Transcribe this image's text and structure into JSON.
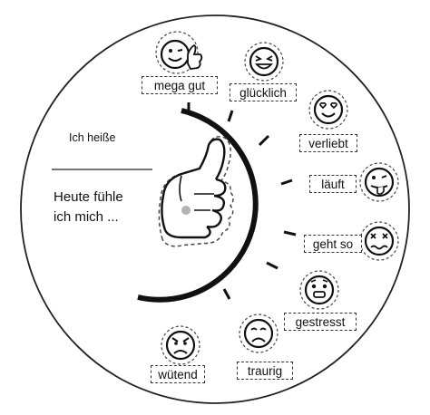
{
  "page": {
    "name_prompt": "Ich heiße",
    "feeling_prompt_line1": "Heute fühle",
    "feeling_prompt_line2": "ich mich ..."
  },
  "moods": [
    {
      "label": "mega gut",
      "icon": "thumbs-up-wink-face-icon"
    },
    {
      "label": "glücklich",
      "icon": "laughing-face-icon"
    },
    {
      "label": "verliebt",
      "icon": "heart-eyes-face-icon"
    },
    {
      "label": "läuft",
      "icon": "tongue-out-face-icon"
    },
    {
      "label": "geht so",
      "icon": "dizzy-face-icon"
    },
    {
      "label": "gestresst",
      "icon": "stressed-face-icon"
    },
    {
      "label": "traurig",
      "icon": "sad-face-icon"
    },
    {
      "label": "wütend",
      "icon": "angry-face-icon"
    }
  ],
  "colors": {
    "ink": "#111111",
    "background": "#ffffff",
    "pivot": "#b3b3b3"
  }
}
